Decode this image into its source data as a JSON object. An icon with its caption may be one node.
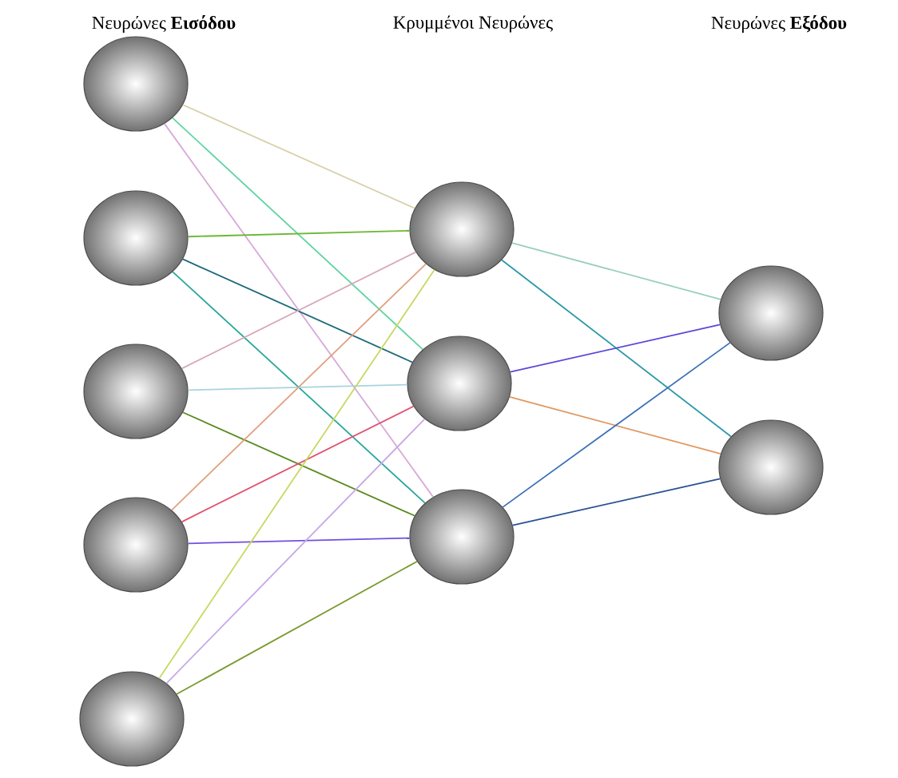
{
  "diagram": {
    "nodes": [
      {
        "text": [],
        "shape": "circle"
      },
      {
        "text": [],
        "shape": "circle"
      },
      {
        "text": [],
        "shape": "circle"
      },
      {
        "text": [],
        "shape": "circle"
      },
      {
        "text": [],
        "shape": "circle"
      },
      {
        "text": [],
        "shape": "circle"
      },
      {
        "text": [],
        "shape": "circle"
      },
      {
        "text": [],
        "shape": "circle"
      },
      {
        "text": [],
        "shape": "circle"
      },
      {
        "text": [],
        "shape": "circle"
      }
    ],
    "edges": [
      {
        "from": 0,
        "to": 5,
        "arrow": "none",
        "color": "#d8d0a8"
      },
      {
        "from": 0,
        "to": 6,
        "arrow": "none",
        "color": "#5fd4a0"
      },
      {
        "from": 0,
        "to": 7,
        "arrow": "none",
        "color": "#d8a8d8"
      },
      {
        "from": 1,
        "to": 5,
        "arrow": "none",
        "color": "#6ab834"
      },
      {
        "from": 1,
        "to": 6,
        "arrow": "none",
        "color": "#1e6a7a"
      },
      {
        "from": 1,
        "to": 7,
        "arrow": "none",
        "color": "#2aa89a"
      },
      {
        "from": 2,
        "to": 5,
        "arrow": "none",
        "color": "#d8a8b8"
      },
      {
        "from": 2,
        "to": 6,
        "arrow": "none",
        "color": "#a8d4dc"
      },
      {
        "from": 2,
        "to": 7,
        "arrow": "none",
        "color": "#5a8a20"
      },
      {
        "from": 3,
        "to": 5,
        "arrow": "none",
        "color": "#e0a080"
      },
      {
        "from": 3,
        "to": 6,
        "arrow": "none",
        "color": "#e05070"
      },
      {
        "from": 3,
        "to": 7,
        "arrow": "none",
        "color": "#7050e0"
      },
      {
        "from": 4,
        "to": 5,
        "arrow": "none",
        "color": "#c8d860"
      },
      {
        "from": 4,
        "to": 6,
        "arrow": "none",
        "color": "#c8a8e8"
      },
      {
        "from": 4,
        "to": 7,
        "arrow": "none",
        "color": "#7a9a30"
      },
      {
        "from": 5,
        "to": 8,
        "arrow": "none",
        "color": "#98d0b8"
      },
      {
        "from": 5,
        "to": 9,
        "arrow": "none",
        "color": "#2a98a8"
      },
      {
        "from": 6,
        "to": 8,
        "arrow": "none",
        "color": "#5a48d8"
      },
      {
        "from": 6,
        "to": 9,
        "arrow": "none",
        "color": "#e09860"
      },
      {
        "from": 7,
        "to": 8,
        "arrow": "none",
        "color": "#3a70b8"
      },
      {
        "from": 7,
        "to": 9,
        "arrow": "none",
        "color": "#2a5090"
      }
    ],
    "labels": [
      "Νευρώνες **Εισόδου**",
      "Κρυμμένοι Νευρώνες",
      "Νευρώνες **Εξόδου**"
    ]
  }
}
